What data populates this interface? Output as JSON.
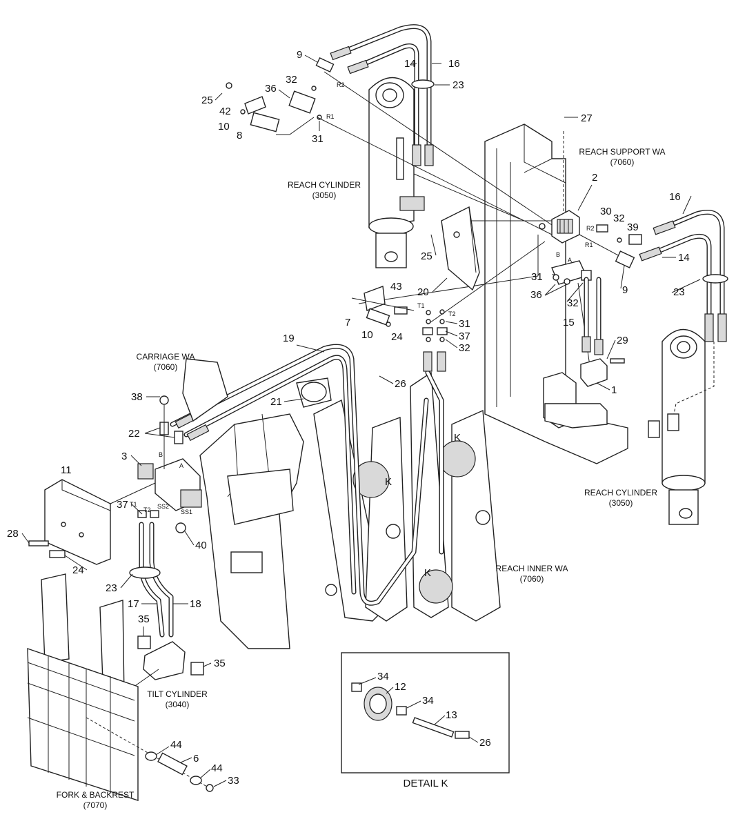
{
  "assemblies": {
    "reach_cylinder_upper": [
      "REACH CYLINDER",
      "(3050)"
    ],
    "reach_support": [
      "REACH SUPPORT WA",
      "(7060)"
    ],
    "carriage": [
      "CARRIAGE WA",
      "(7060)"
    ],
    "reach_cylinder_right": [
      "REACH CYLINDER",
      "(3050)"
    ],
    "reach_inner": [
      "REACH INNER WA",
      "(7060)"
    ],
    "tilt_cylinder": [
      "TILT CYLINDER",
      "(3040)"
    ],
    "fork_backrest": [
      "FORK & BACKREST",
      "(7070)"
    ]
  },
  "detail": {
    "title": "DETAIL K"
  },
  "callouts": [
    {
      "id": "c9a",
      "text": "9"
    },
    {
      "id": "c14a",
      "text": "14"
    },
    {
      "id": "c16a",
      "text": "16"
    },
    {
      "id": "c23a",
      "text": "23"
    },
    {
      "id": "c25a",
      "text": "25"
    },
    {
      "id": "c32a",
      "text": "32"
    },
    {
      "id": "c36a",
      "text": "36"
    },
    {
      "id": "c42",
      "text": "42"
    },
    {
      "id": "c10a",
      "text": "10"
    },
    {
      "id": "c8",
      "text": "8"
    },
    {
      "id": "c31a",
      "text": "31"
    },
    {
      "id": "c27",
      "text": "27"
    },
    {
      "id": "c2",
      "text": "2"
    },
    {
      "id": "c30",
      "text": "30"
    },
    {
      "id": "c32b",
      "text": "32"
    },
    {
      "id": "c39",
      "text": "39"
    },
    {
      "id": "c16b",
      "text": "16"
    },
    {
      "id": "c14b",
      "text": "14"
    },
    {
      "id": "c25b",
      "text": "25"
    },
    {
      "id": "c9b",
      "text": "9"
    },
    {
      "id": "c23b",
      "text": "23"
    },
    {
      "id": "c31b",
      "text": "31"
    },
    {
      "id": "c36b",
      "text": "36"
    },
    {
      "id": "c32c",
      "text": "32"
    },
    {
      "id": "c20",
      "text": "20"
    },
    {
      "id": "c43",
      "text": "43"
    },
    {
      "id": "c7",
      "text": "7"
    },
    {
      "id": "c10b",
      "text": "10"
    },
    {
      "id": "c24a",
      "text": "24"
    },
    {
      "id": "c15",
      "text": "15"
    },
    {
      "id": "c31c",
      "text": "31"
    },
    {
      "id": "c37a",
      "text": "37"
    },
    {
      "id": "c32d",
      "text": "32"
    },
    {
      "id": "c29",
      "text": "29"
    },
    {
      "id": "c19",
      "text": "19"
    },
    {
      "id": "c26a",
      "text": "26"
    },
    {
      "id": "c1",
      "text": "1"
    },
    {
      "id": "c38",
      "text": "38"
    },
    {
      "id": "c21",
      "text": "21"
    },
    {
      "id": "c22",
      "text": "22"
    },
    {
      "id": "c11",
      "text": "11"
    },
    {
      "id": "c3",
      "text": "3"
    },
    {
      "id": "c37b",
      "text": "37"
    },
    {
      "id": "c40",
      "text": "40"
    },
    {
      "id": "c28",
      "text": "28"
    },
    {
      "id": "c24b",
      "text": "24"
    },
    {
      "id": "c23c",
      "text": "23"
    },
    {
      "id": "c17",
      "text": "17"
    },
    {
      "id": "c18",
      "text": "18"
    },
    {
      "id": "c35a",
      "text": "35"
    },
    {
      "id": "c35b",
      "text": "35"
    },
    {
      "id": "c44a",
      "text": "44"
    },
    {
      "id": "c6",
      "text": "6"
    },
    {
      "id": "c44b",
      "text": "44"
    },
    {
      "id": "c33",
      "text": "33"
    },
    {
      "id": "cKa",
      "text": "K"
    },
    {
      "id": "cKb",
      "text": "K"
    },
    {
      "id": "cKc",
      "text": "K"
    },
    {
      "id": "c34a",
      "text": "34"
    },
    {
      "id": "c12",
      "text": "12"
    },
    {
      "id": "c34b",
      "text": "34"
    },
    {
      "id": "c13",
      "text": "13"
    },
    {
      "id": "c26b",
      "text": "26"
    }
  ],
  "port_marks": [
    {
      "id": "pR2a",
      "text": "R2"
    },
    {
      "id": "pR1a",
      "text": "R1"
    },
    {
      "id": "pR2b",
      "text": "R2"
    },
    {
      "id": "pR1b",
      "text": "R1"
    },
    {
      "id": "pBa",
      "text": "B"
    },
    {
      "id": "pAa",
      "text": "A"
    },
    {
      "id": "pT1a",
      "text": "T1"
    },
    {
      "id": "pT2a",
      "text": "T2"
    },
    {
      "id": "pBb",
      "text": "B"
    },
    {
      "id": "pAb",
      "text": "A"
    },
    {
      "id": "pT1b",
      "text": "T1"
    },
    {
      "id": "pT2b",
      "text": "T2"
    },
    {
      "id": "pSS2",
      "text": "SS2"
    },
    {
      "id": "pSS1",
      "text": "SS1"
    }
  ]
}
